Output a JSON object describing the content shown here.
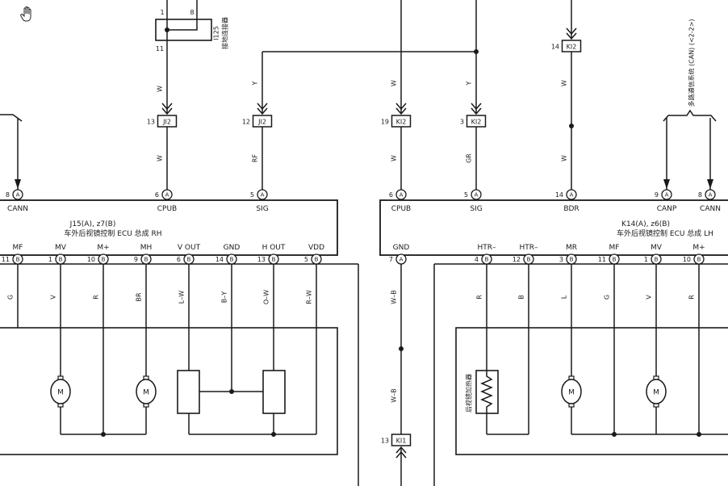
{
  "colors": {
    "line": "#1a1a1a",
    "text": "#1a1a1a",
    "background": "#ffffff"
  },
  "cursor": {
    "icon": "hand-cursor-icon"
  },
  "ground_connector": {
    "pin_a": "1",
    "pin_b": "8",
    "pin_out": "11",
    "id": "I125",
    "name": "接地连接器"
  },
  "can_bus_note": "多路通信系统 (CAN) (<2-2>)",
  "inline_connectors": [
    {
      "id": "JI2",
      "pin": "13",
      "wire_upper": "W",
      "wire_lower": "W"
    },
    {
      "id": "JI2",
      "pin": "12",
      "wire_upper": "Y",
      "wire_lower": "RF"
    },
    {
      "id": "KI2",
      "pin": "19",
      "wire_upper": "W",
      "wire_lower": "W"
    },
    {
      "id": "KI2",
      "pin": "3",
      "wire_upper": "Y",
      "wire_lower": "GR"
    },
    {
      "id": "KI2",
      "pin": "14",
      "wire_upper": "W",
      "wire_lower": "W"
    }
  ],
  "ground_inline_connector": {
    "id": "KI1",
    "pin": "13",
    "wire": "W–B"
  },
  "left_ecu": {
    "code": "J15(A), z7(B)",
    "name": "车外后视镜控制 ECU 总成 RH",
    "top_pins": [
      {
        "num": "8",
        "conn": "A",
        "label": "CANN"
      },
      {
        "num": "6",
        "conn": "A",
        "label": "CPUB"
      },
      {
        "num": "5",
        "conn": "A",
        "label": "SIG"
      }
    ],
    "bottom_pins": [
      {
        "num": "11",
        "conn": "B",
        "label": "MF",
        "wire": "G"
      },
      {
        "num": "1",
        "conn": "B",
        "label": "MV",
        "wire": "V"
      },
      {
        "num": "10",
        "conn": "B",
        "label": "M+",
        "wire": "R"
      },
      {
        "num": "9",
        "conn": "B",
        "label": "MH",
        "wire": "BR"
      },
      {
        "num": "6",
        "conn": "B",
        "label": "V OUT",
        "wire": "L–W"
      },
      {
        "num": "14",
        "conn": "B",
        "label": "GND",
        "wire": "B–Y"
      },
      {
        "num": "13",
        "conn": "B",
        "label": "H OUT",
        "wire": "O–W"
      },
      {
        "num": "5",
        "conn": "B",
        "label": "VDD",
        "wire": "R–W"
      }
    ]
  },
  "right_ecu": {
    "code": "K14(A), z6(B)",
    "name": "车外后视镜控制 ECU 总成 LH",
    "top_pins": [
      {
        "num": "6",
        "conn": "A",
        "label": "CPUB"
      },
      {
        "num": "5",
        "conn": "A",
        "label": "SIG"
      },
      {
        "num": "14",
        "conn": "A",
        "label": "BDR"
      },
      {
        "num": "9",
        "conn": "A",
        "label": "CANP"
      },
      {
        "num": "8",
        "conn": "A",
        "label": "CANN"
      }
    ],
    "bottom_pins": [
      {
        "num": "7",
        "conn": "A",
        "label": "GND",
        "wire": "W–B"
      },
      {
        "num": "4",
        "conn": "B",
        "label": "HTR–",
        "wire": "R"
      },
      {
        "num": "12",
        "conn": "B",
        "label": "HTR–",
        "wire": "B"
      },
      {
        "num": "3",
        "conn": "B",
        "label": "MR",
        "wire": "L"
      },
      {
        "num": "11",
        "conn": "B",
        "label": "MF",
        "wire": "G"
      },
      {
        "num": "1",
        "conn": "B",
        "label": "MV",
        "wire": "V"
      },
      {
        "num": "10",
        "conn": "B",
        "label": "M+",
        "wire": "R"
      }
    ]
  },
  "motor_label": "M",
  "heater_label": "后视镜加热器"
}
